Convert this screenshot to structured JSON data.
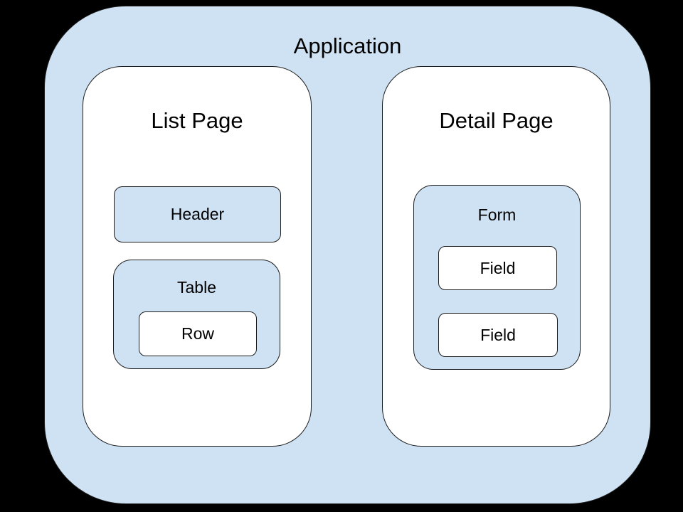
{
  "diagram": {
    "title": "Application",
    "colors": {
      "canvas_background": "#000000",
      "container_fill": "#cfe2f3",
      "leaf_fill": "#ffffff",
      "border": "#1c1c1c",
      "text": "#000000"
    },
    "pages": [
      {
        "title": "List Page",
        "blocks": [
          {
            "label": "Header",
            "children": []
          },
          {
            "label": "Table",
            "children": [
              {
                "label": "Row"
              }
            ]
          }
        ]
      },
      {
        "title": "Detail Page",
        "blocks": [
          {
            "label": "Form",
            "children": [
              {
                "label": "Field"
              },
              {
                "label": "Field"
              }
            ]
          }
        ]
      }
    ]
  }
}
